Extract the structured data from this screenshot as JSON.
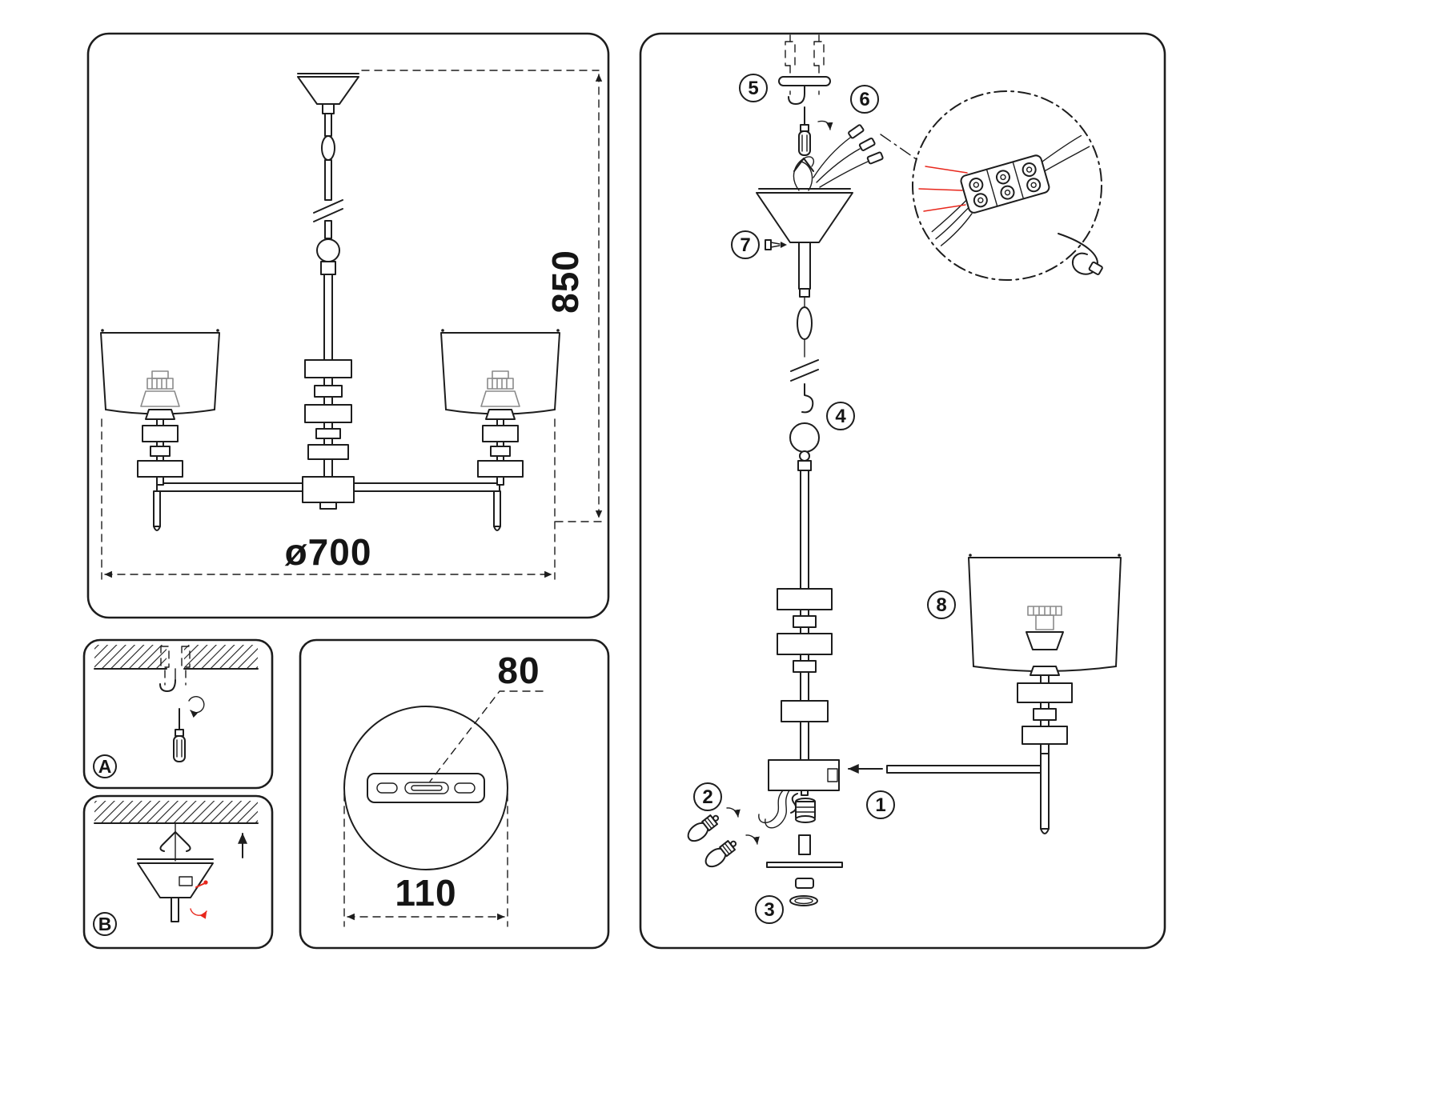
{
  "colors": {
    "line": "#1d1d1d",
    "accent_red": "#e8271c",
    "background": "#ffffff"
  },
  "overview_panel": {
    "dim_height": "850",
    "dim_diameter": "ø700"
  },
  "mounting_plate_panel": {
    "dim_hole_spacing": "80",
    "dim_plate_length": "110"
  },
  "ceiling_panels": {
    "label_a": "A",
    "label_b": "B"
  },
  "assembly_steps": {
    "s1": "1",
    "s2": "2",
    "s3": "3",
    "s4": "4",
    "s5": "5",
    "s6": "6",
    "s7": "7",
    "s8": "8"
  }
}
